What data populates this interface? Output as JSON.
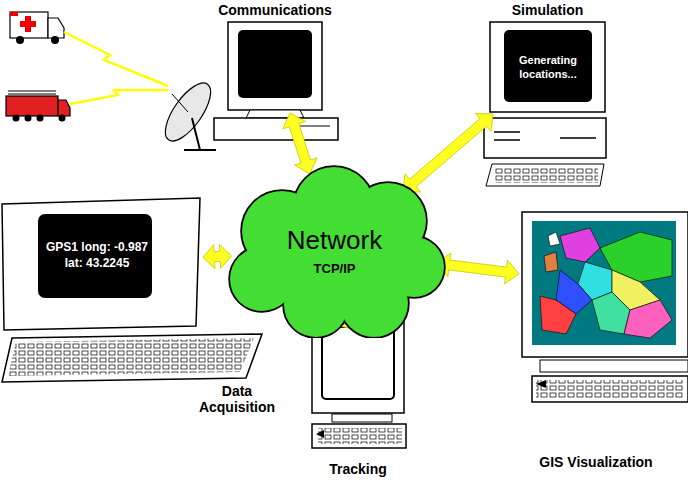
{
  "diagram": {
    "nodes": [
      {
        "text": [
          "Communications"
        ]
      },
      {
        "text": [
          "Simulation",
          "Generating locations..."
        ]
      },
      {
        "text": [
          "Network",
          "TCP/IP"
        ]
      },
      {
        "text": [
          "GPS1 long: -0.987 lat: 43.2245",
          "Data Acquisition"
        ]
      },
      {
        "text": [
          "GIS Visualization"
        ]
      },
      {
        "text": [
          "Tracking"
        ]
      }
    ],
    "edges": [
      {
        "from": 2,
        "to": 0,
        "arrow": "both"
      },
      {
        "from": 2,
        "to": 1,
        "arrow": "both"
      },
      {
        "from": 2,
        "to": 3,
        "arrow": "both"
      },
      {
        "from": 2,
        "to": 4,
        "arrow": "both"
      },
      {
        "from": 2,
        "to": 5,
        "arrow": "both"
      }
    ]
  }
}
